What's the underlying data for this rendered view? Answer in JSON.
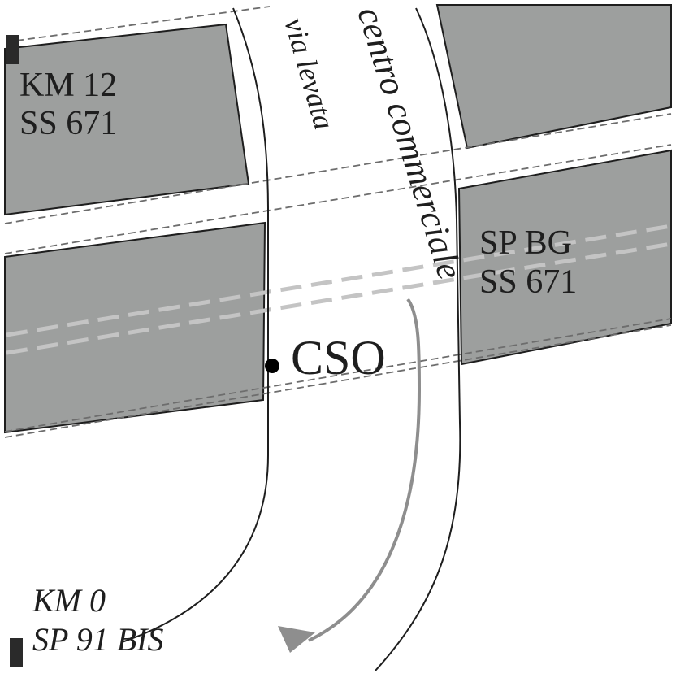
{
  "labels": {
    "north_marker": {
      "line1": "KM 12",
      "line2": "SS 671"
    },
    "junction": {
      "line1": "SP BG",
      "line2": "SS 671"
    },
    "south_marker": {
      "line1": "KM 0",
      "line2": "SP 91 BIS"
    },
    "point": "CSO"
  },
  "streets": {
    "left": "via levata",
    "right": "centro commerciale"
  },
  "colors": {
    "block_fill": "#9d9f9e",
    "outline": "#1e1e1e",
    "dashed_edge": "#6d6d6d",
    "rail": "#c4c4c4",
    "route": "#8e8e8e",
    "background": "#ffffff"
  },
  "icons": {
    "north_marker": "km-marker-icon",
    "south_marker": "km-marker-icon",
    "point": "location-dot-icon",
    "route": "route-arrow-icon"
  }
}
